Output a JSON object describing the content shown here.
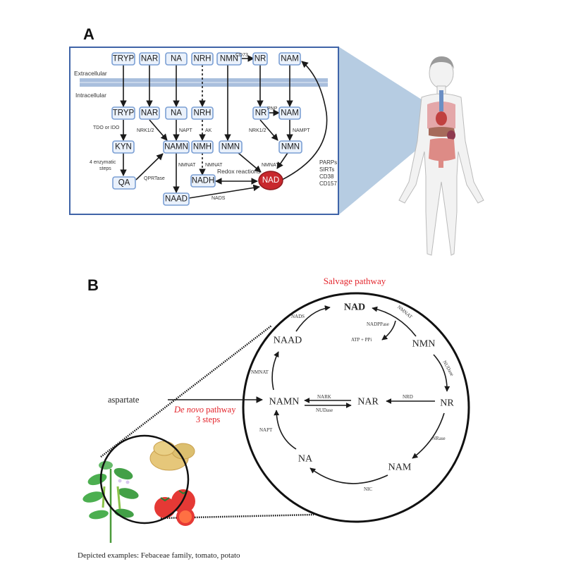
{
  "panel_a": {
    "letter": "A",
    "compartments": {
      "extracellular": "Extracellular",
      "intracellular": "Intracellular"
    },
    "extracellular_nodes": [
      "TRYP",
      "NAR",
      "NA",
      "NRH",
      "NMN",
      "NR",
      "NAM"
    ],
    "intracellular_nodes": {
      "tryp": "TRYP",
      "nar": "NAR",
      "na": "NA",
      "nrh": "NRH",
      "nr": "NR",
      "nam": "NAM",
      "kyn": "KYN",
      "namn": "NAMN",
      "nmh": "NMH",
      "nmn_left": "NMN",
      "nmn_right": "NMN",
      "qa": "QA",
      "nadh": "NADH",
      "naad": "NAAD",
      "nad": "NAD"
    },
    "enzymes": {
      "cd73": "CD73",
      "pnp": "PNP",
      "tdo_ido": "TDO or IDO",
      "nrk_left": "NRK1/2",
      "napt": "NAPT",
      "ak": "AK",
      "nrk_right": "NRK1/2",
      "nampt": "NAMPT",
      "four_steps_1": "4 enzymatic",
      "four_steps_2": "steps",
      "qprtase": "QPRTase",
      "nmnat_1": "NMNAT",
      "nmnat_2": "NMNAT",
      "nmnat_3": "NMNAT",
      "redox": "Redox reactions",
      "nads": "NADS"
    },
    "consumers": [
      "PARPs",
      "SIRTs",
      "CD38",
      "CD157"
    ],
    "colors": {
      "node_fill": "#eaf1fb",
      "node_stroke": "#7b9fd4",
      "nad_fill": "#c8282d",
      "frame": "#3f64a8",
      "membrane": "#a9bfdd",
      "projection": "#9dbbd8"
    }
  },
  "panel_b": {
    "letter": "B",
    "title": "Salvage pathway",
    "nodes": {
      "nad": "NAD",
      "naad": "NAAD",
      "nmn": "NMN",
      "namn": "NAMN",
      "nar": "NAR",
      "nr": "NR",
      "na": "NA",
      "nam": "NAM"
    },
    "enzymes": {
      "nads": "NADS",
      "nmnat_top": "NMNAT",
      "nadppase": "NADPPase",
      "atp_ppi": "ATP + PPi",
      "nudase_right": "NUDase",
      "nmnat_left": "NMNAT",
      "nark": "NARK",
      "nudase_mid": "NUDase",
      "nrd": "NRD",
      "napt": "NAPT",
      "nrase": "NRase",
      "nic": "NIC"
    },
    "precursor": "aspartate",
    "de_novo_italic": "De novo",
    "de_novo_rest": " pathway",
    "de_novo_steps": "3 steps",
    "caption": "Depicted examples: Febaceae family, tomato, potato",
    "colors": {
      "accent_red": "#e3242b"
    }
  }
}
